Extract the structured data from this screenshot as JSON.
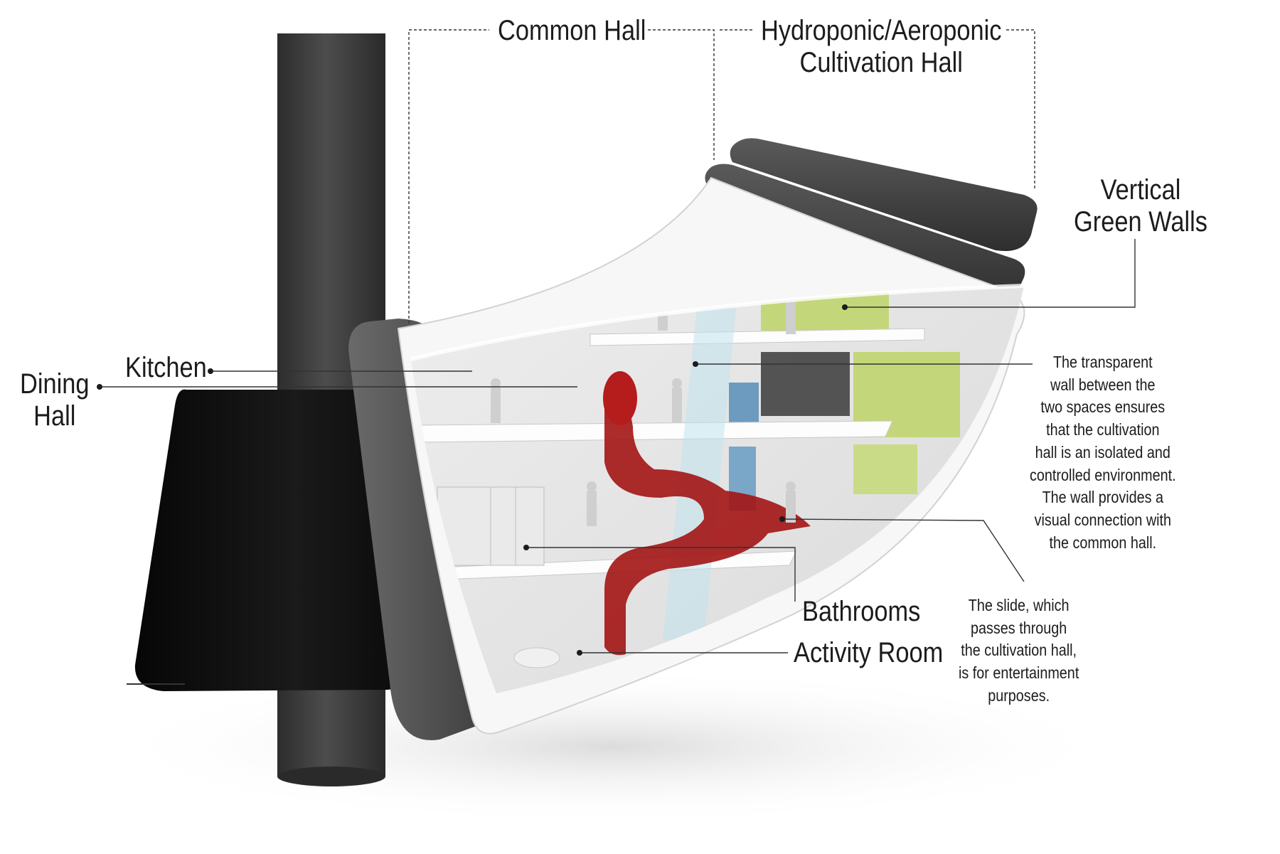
{
  "labels": {
    "common_hall": "Common Hall",
    "cultivation_hall": [
      "Hydroponic/Aeroponic",
      "Cultivation Hall"
    ],
    "vertical_green_walls": [
      "Vertical",
      "Green Walls"
    ],
    "kitchen": "Kitchen",
    "dining_hall": [
      "Dining",
      "Hall"
    ],
    "bathrooms": "Bathrooms",
    "activity_room": "Activity Room"
  },
  "notes": {
    "transparent_wall": [
      "The transparent",
      "wall between the",
      "two spaces ensures",
      "that the cultivation",
      "hall is an isolated and",
      "controlled environment.",
      "The wall provides a",
      "visual connection with",
      "the common hall."
    ],
    "slide": [
      "The slide, which",
      "passes through",
      "the cultivation hall,",
      "is for entertainment",
      "purposes."
    ]
  },
  "colors": {
    "pipe": "#3b3b3b",
    "dining_pod": "#0f0f0f",
    "shell_white": "#f7f7f7",
    "rim_dark": "#4a4a4a",
    "interior": "#e6e6e6",
    "slide_red": "#a31414",
    "green_wall": "#c3d77a",
    "glass": "#bfe3ef",
    "water_tank": "#6c9bbf"
  }
}
